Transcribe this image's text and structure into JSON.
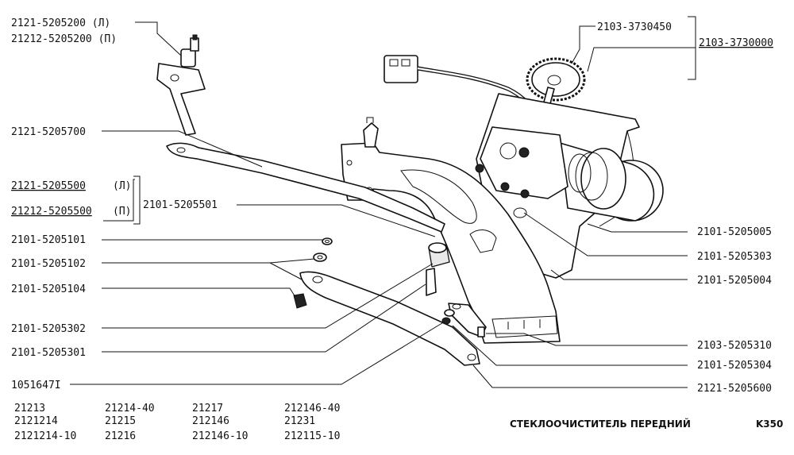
{
  "labels": [
    {
      "id": "l1",
      "text": "2121-5205200  (Л)"
    },
    {
      "id": "l2",
      "text": "21212-5205200 (П)"
    },
    {
      "id": "l3",
      "text": "2121-5205700"
    },
    {
      "id": "l4",
      "text": "2121-5205500",
      "suffix": "(Л)"
    },
    {
      "id": "l5",
      "text": "21212-5205500",
      "suffix": "(П)"
    },
    {
      "id": "l6",
      "text": "2101-5205501"
    },
    {
      "id": "l7",
      "text": "2101-5205101"
    },
    {
      "id": "l8",
      "text": "2101-5205102"
    },
    {
      "id": "l9",
      "text": "2101-5205104"
    },
    {
      "id": "l10",
      "text": "2101-5205302"
    },
    {
      "id": "l11",
      "text": "2101-5205301"
    },
    {
      "id": "l12",
      "text": "1051647I"
    },
    {
      "id": "r1",
      "text": "2103-3730450"
    },
    {
      "id": "r2",
      "text": "2103-3730000"
    },
    {
      "id": "r3",
      "text": "2101-5205005"
    },
    {
      "id": "r4",
      "text": "2101-5205303"
    },
    {
      "id": "r5",
      "text": "2101-5205004"
    },
    {
      "id": "r6",
      "text": "2103-5205310"
    },
    {
      "id": "r7",
      "text": "2101-5205304"
    },
    {
      "id": "r8",
      "text": "2121-5205600"
    }
  ],
  "models": [
    [
      "21213",
      "2121214",
      "2121214-10"
    ],
    [
      "21214-40",
      "21215",
      "21216"
    ],
    [
      "21217",
      "212146",
      "212146-10"
    ],
    [
      "212146-40",
      "21231",
      "212115-10"
    ]
  ],
  "footer": {
    "title": "СТЕКЛООЧИСТИТЕЛЬ ПЕРЕДНИЙ",
    "code": "K350"
  }
}
